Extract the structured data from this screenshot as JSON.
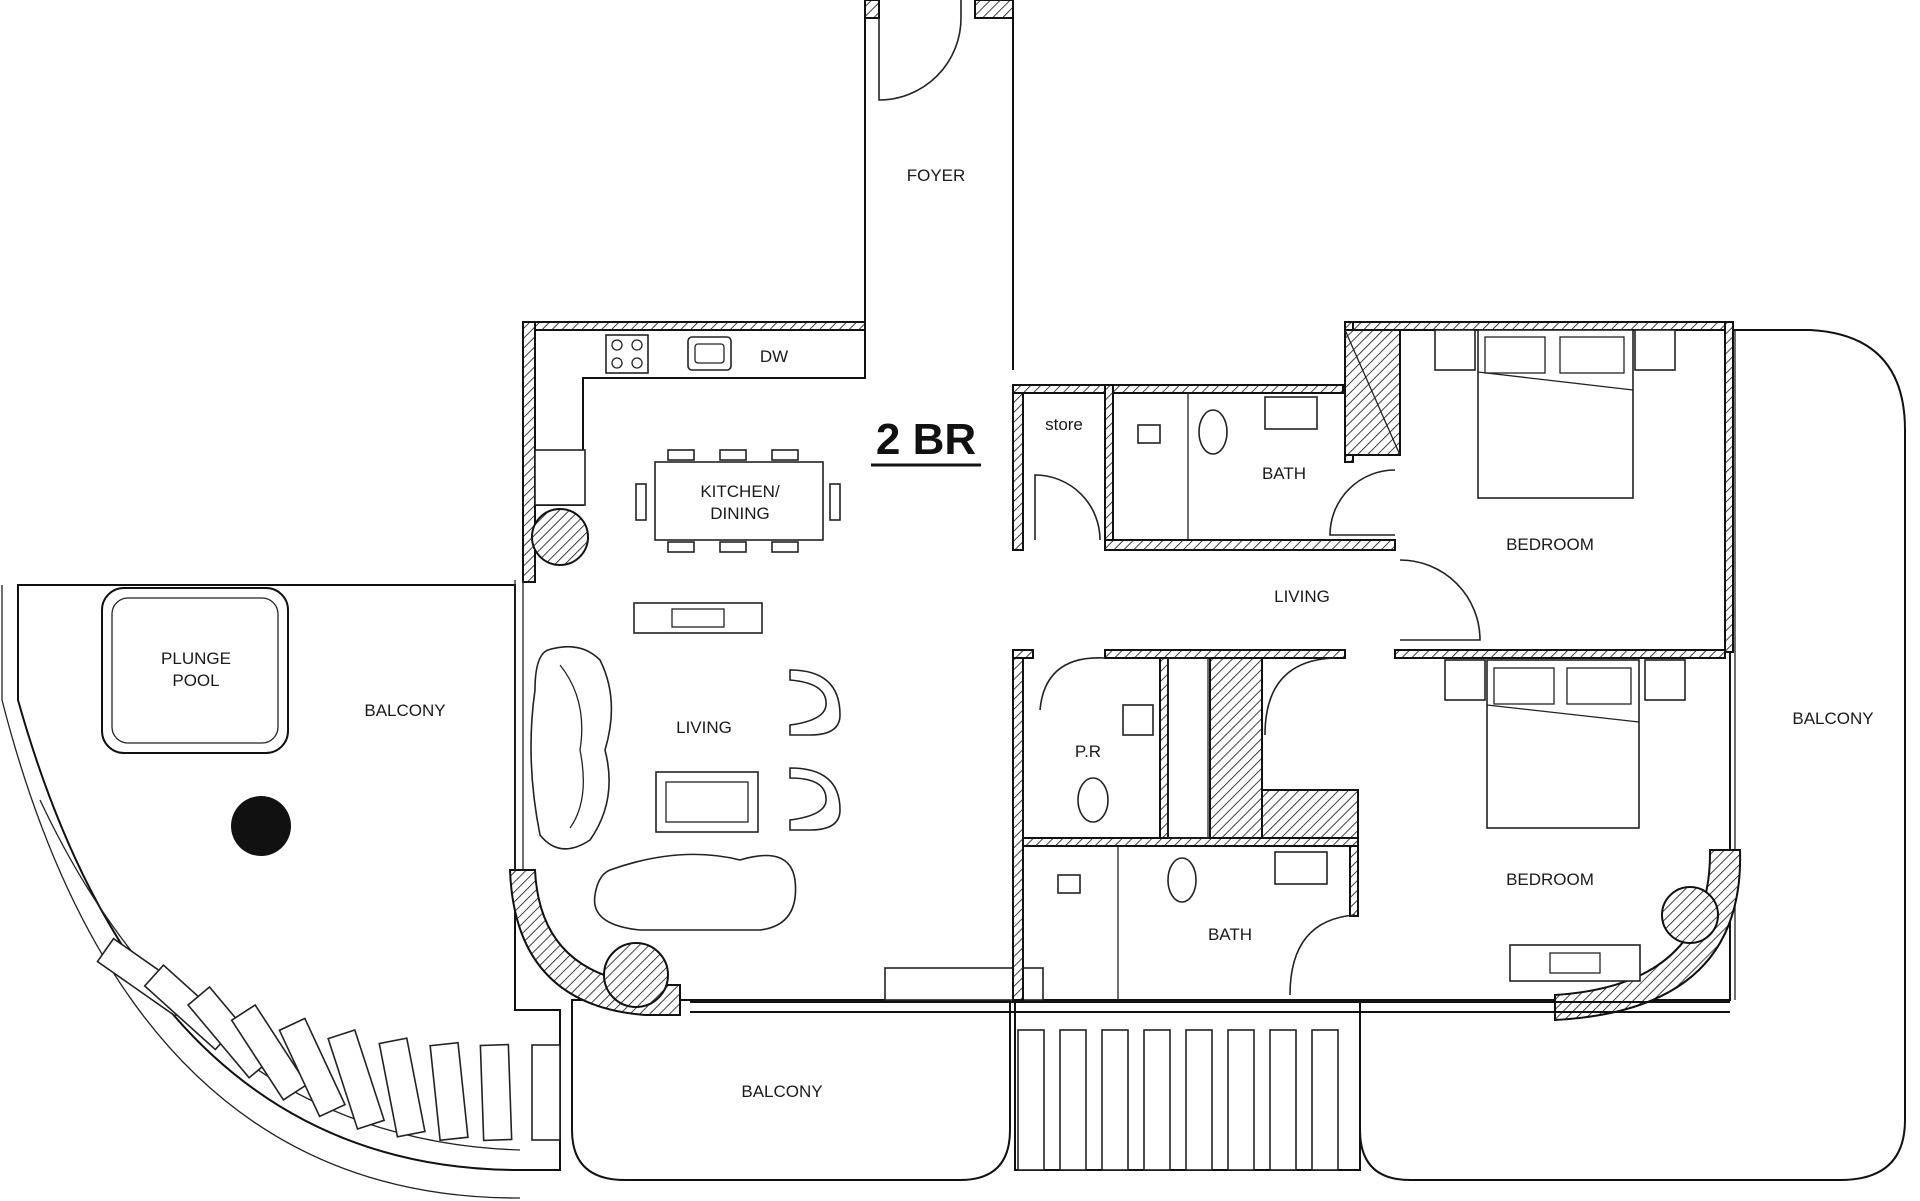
{
  "plan": {
    "title": "2 BR",
    "rooms": {
      "foyer": "FOYER",
      "dw": "DW",
      "kitchen_line1": "KITCHEN/",
      "kitchen_line2": "DINING",
      "store": "store",
      "bath_upper": "BATH",
      "bedroom_upper": "BEDROOM",
      "living_hall": "LIVING",
      "living_main": "LIVING",
      "plunge_line1": "PLUNGE",
      "plunge_line2": "POOL",
      "balcony_left": "BALCONY",
      "pr": "P.R",
      "bath_lower": "BATH",
      "bedroom_lower": "BEDROOM",
      "balcony_bottom": "BALCONY",
      "balcony_right": "BALCONY"
    }
  }
}
